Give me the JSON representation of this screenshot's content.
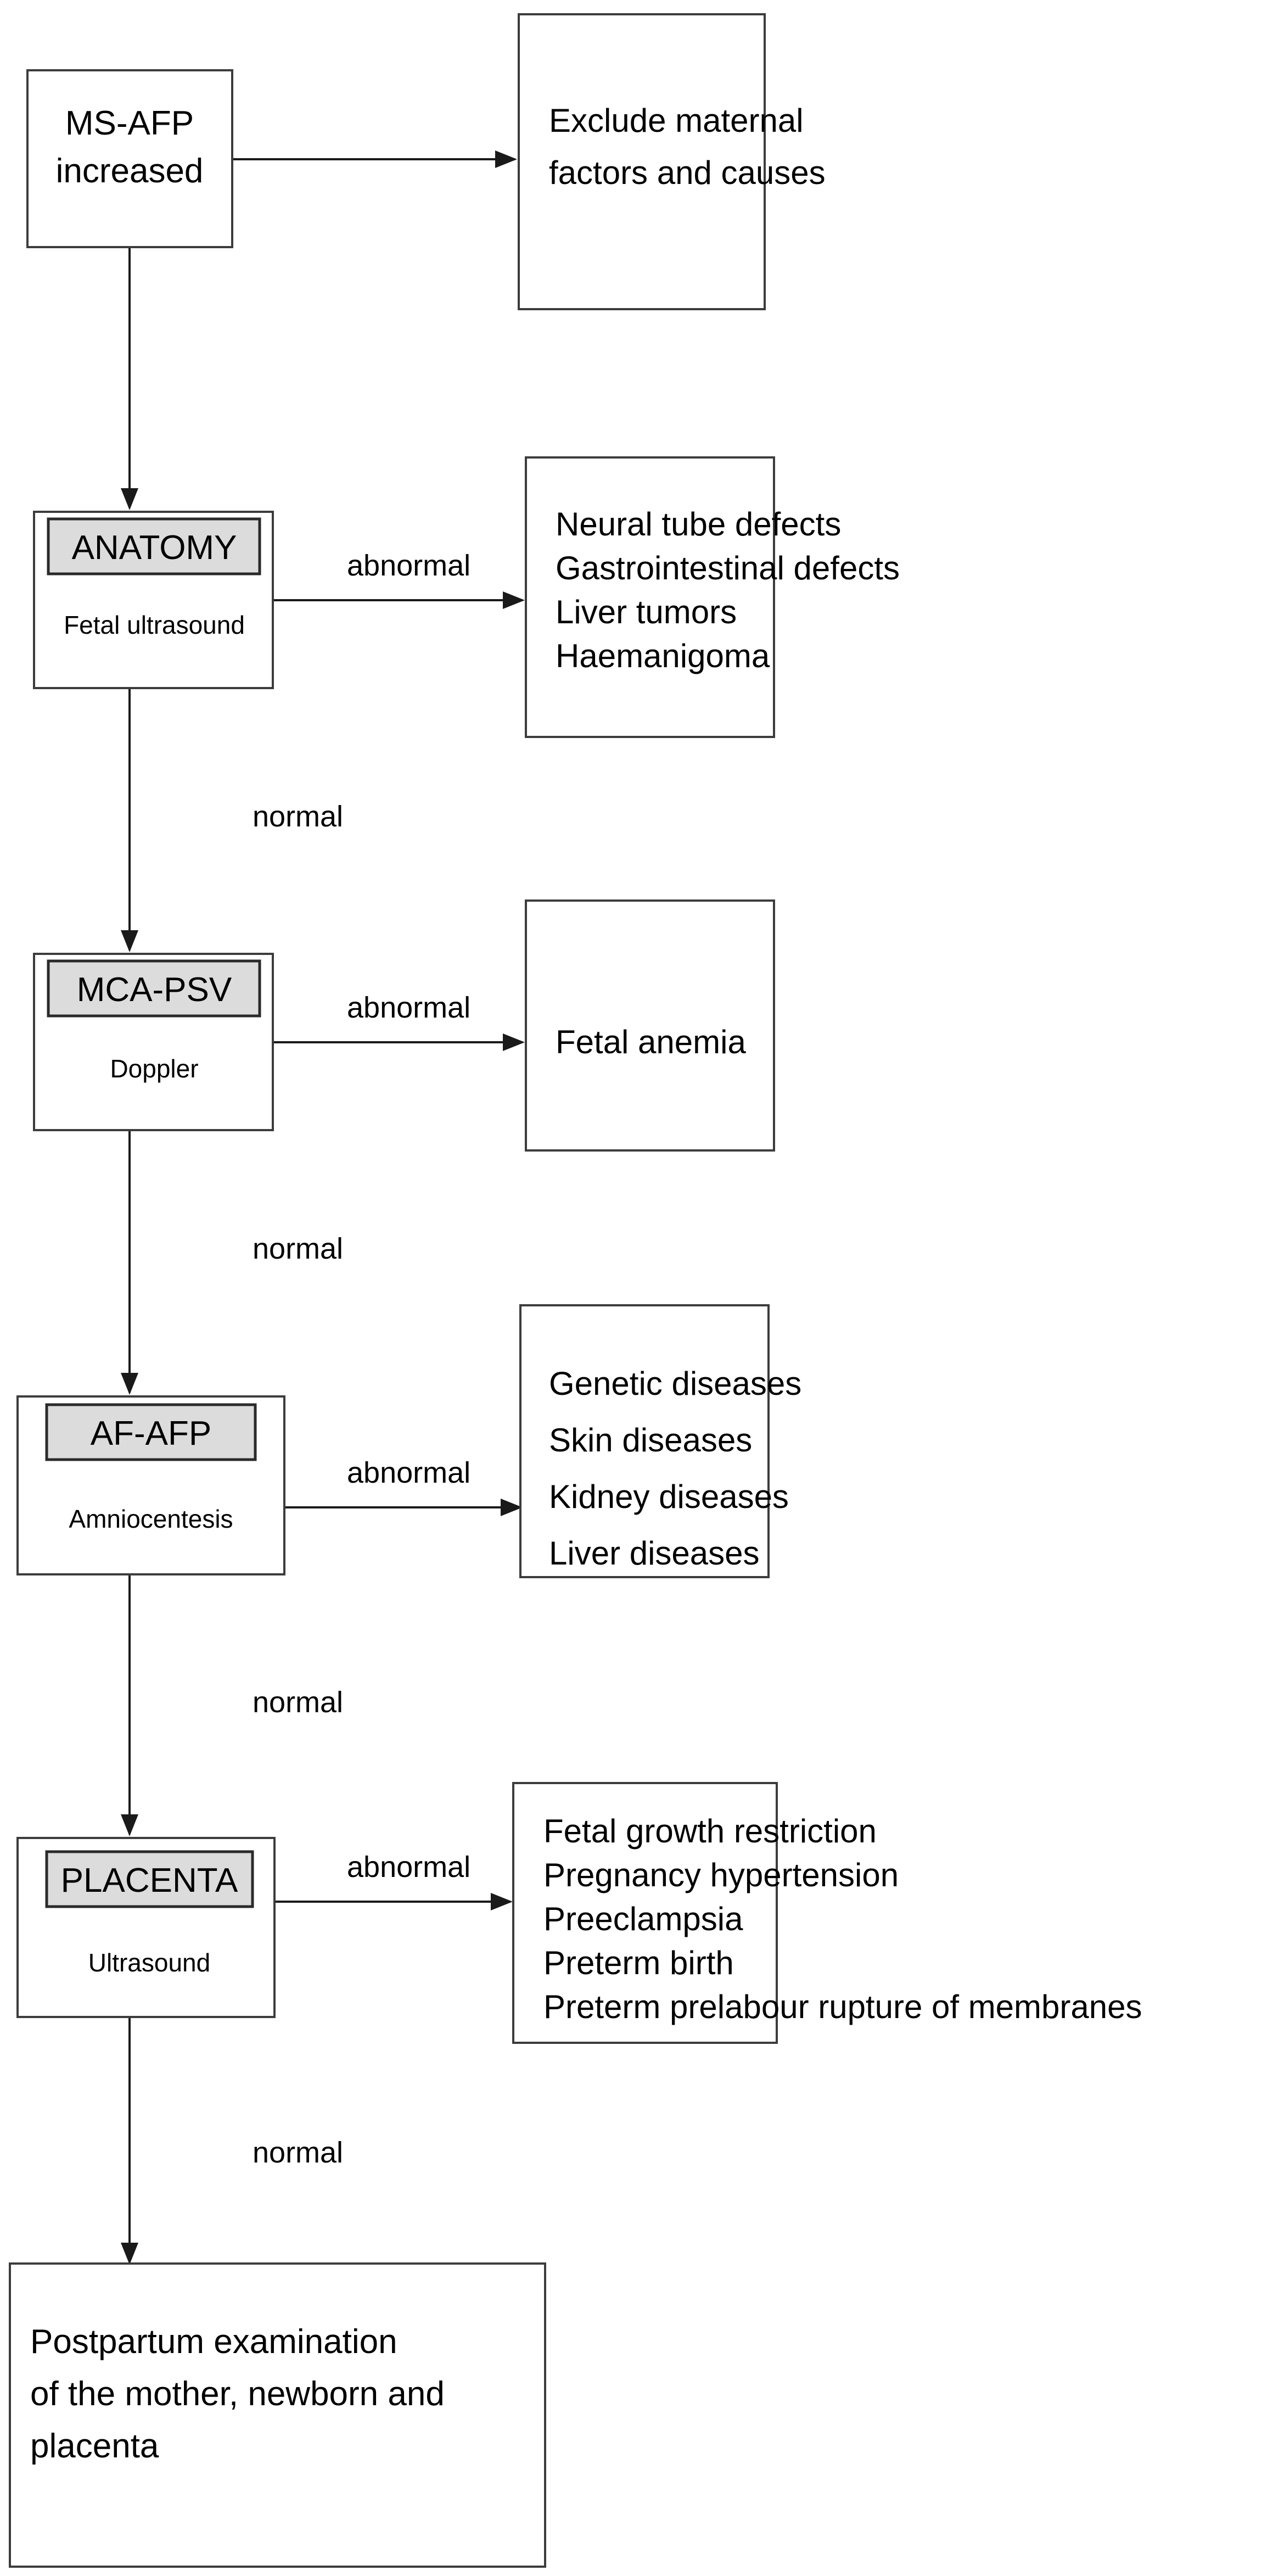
{
  "diagram": {
    "title": "MS-AFP increased diagnostic flowchart",
    "colors": {
      "background": "#ffffff",
      "box_stroke": "#3c3c3c",
      "chip_fill": "#dcdcdc",
      "chip_stroke": "#2a2a2a",
      "connector": "#1a1a1a",
      "text": "#000000"
    }
  },
  "nodes": {
    "start": {
      "line1": "MS-AFP",
      "line2": "increased"
    },
    "anatomy": {
      "chip": "ANATOMY",
      "sub": "Fetal ultrasound"
    },
    "mca_psv": {
      "chip": "MCA-PSV",
      "sub": "Doppler"
    },
    "af_afp": {
      "chip": "AF-AFP",
      "sub": "Amniocentesis"
    },
    "placenta": {
      "chip": "PLACENTA",
      "sub": "Ultrasound"
    },
    "postpartum": {
      "line1": "Postpartum examination",
      "line2": "of the mother, newborn and",
      "line3": "placenta"
    }
  },
  "outcome_boxes": {
    "maternal_factors": {
      "items": [
        "Exclude maternal",
        "factors and causes"
      ]
    },
    "anatomy_abnormal": {
      "items": [
        "Neural tube defects",
        "Gastrointestinal defects",
        "Liver tumors",
        "Haemanigoma"
      ]
    },
    "mca_abnormal": {
      "items": [
        "Fetal anemia"
      ]
    },
    "af_afp_abnormal": {
      "items": [
        "Genetic diseases",
        "Skin diseases",
        "Kidney diseases",
        "Liver diseases"
      ]
    },
    "placenta_abnormal": {
      "items": [
        "Fetal growth restriction",
        "Pregnancy hypertension",
        "Preeclampsia",
        "Preterm birth",
        "Preterm prelabour rupture of membranes"
      ]
    }
  },
  "edge_labels": {
    "abnormal_anatomy": "abnormal",
    "abnormal_mca": "abnormal",
    "abnormal_af_afp": "abnormal",
    "abnormal_placenta": "abnormal",
    "normal_anatomy_to_mca": "normal",
    "normal_mca_to_af_afp": "normal",
    "normal_af_afp_to_placenta": "normal",
    "normal_placenta_to_postpartum": "normal"
  }
}
